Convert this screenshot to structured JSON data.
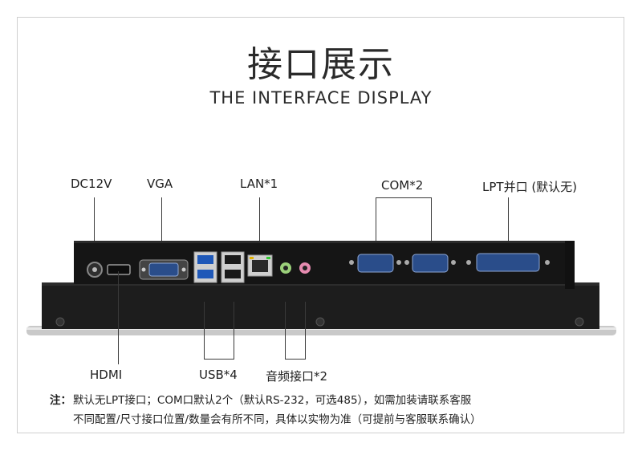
{
  "heading": {
    "title_cn": "接口展示",
    "title_en": "THE INTERFACE DISPLAY"
  },
  "top_labels": {
    "dc": "DC12V",
    "vga": "VGA",
    "lan": "LAN*1",
    "com": "COM*2",
    "lpt": "LPT并口 (默认无)"
  },
  "bottom_labels": {
    "hdmi": "HDMI",
    "usb": "USB*4",
    "audio": "音频接口*2"
  },
  "note": {
    "prefix": "注：",
    "line1": "默认无LPT接口；COM口默认2个（默认RS-232，可选485），如需加装请联系客服",
    "line2": "不同配置/尺寸接口位置/数量会有所不同，具体以实物为准（可提前与客服联系确认）"
  }
}
